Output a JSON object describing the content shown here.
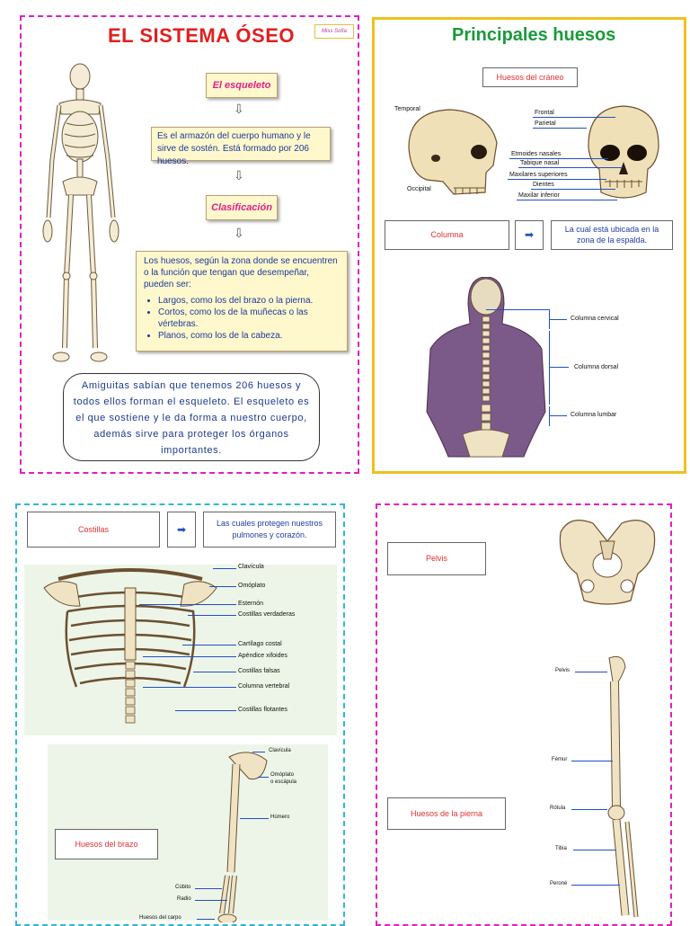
{
  "panel1": {
    "title": "EL SISTEMA ÓSEO",
    "signature": "Miss Sofía",
    "tag1": "El esqueleto",
    "definition": "Es el armazón del cuerpo humano y le sirve de sostén. Está formado por 206 huesos.",
    "tag2": "Clasificación",
    "classification_intro": "Los huesos, según la zona donde se encuentren o la función que tengan que desempeñar, pueden ser:",
    "classification_items": [
      "Largos, como los del brazo o la pierna.",
      "Cortos, como los de la muñecas o las vértebras.",
      "Planos, como los de la cabeza."
    ],
    "note": "Amiguitas sabían que tenemos 206 huesos y todos ellos forman el esqueleto. El esqueleto es el que sostiene y le da forma a nuestro cuerpo, además sirve para proteger los órganos importantes."
  },
  "panel2": {
    "title": "Principales huesos",
    "skull_box": "Huesos del cráneo",
    "skull_labels": {
      "temporal": "Temporal",
      "occipital": "Occipital",
      "frontal": "Frontal",
      "parietal": "Parietal",
      "etmoides": "Etmoides nasales",
      "tabique": "Tabique nasal",
      "maxilares": "Maxilares superiores",
      "dientes": "Dientes",
      "maxilar_inf": "Maxilar inferior"
    },
    "column_box": "Columna",
    "column_desc": "La cual está ubicada en la zona de la espalda.",
    "column_labels": {
      "cervical": "Columna cervical",
      "dorsal": "Columna dorsal",
      "lumbar": "Columna lumbar"
    }
  },
  "panel3": {
    "ribs_box": "Costillas",
    "ribs_desc": "Las cuales protegen nuestros pulmones y corazón.",
    "ribs_labels": {
      "clavicula": "Clavícula",
      "omoplato": "Omóplato",
      "esternon": "Esternón",
      "verdaderas": "Costillas verdaderas",
      "cartilago": "Cartílago costal",
      "xifoides": "Apéndice xifoides",
      "falsas": "Costillas falsas",
      "vertebral": "Columna vertebral",
      "flotantes": "Costillas flotantes"
    },
    "arm_box": "Huesos del brazo",
    "arm_labels": {
      "clavicula": "Clavícula",
      "omoplato": "Omóplato\no escápula",
      "humero": "Húmero",
      "cubito": "Cúbito",
      "radio": "Radio",
      "carpo": "Huesos del carpo"
    }
  },
  "panel4": {
    "pelvis_box": "Pelvis",
    "leg_box": "Huesos de la pierna",
    "leg_labels": {
      "pelvis": "Pelvis",
      "femur": "Fémur",
      "rotula": "Rótula",
      "tibia": "Tibia",
      "perone": "Peroné"
    }
  },
  "colors": {
    "pink_border": "#e020c0",
    "yellow_border": "#f0c020",
    "cyan_border": "#30b8d0",
    "title_red": "#e02020",
    "title_green": "#1a9a3a",
    "text_blue": "#1a3a9a",
    "label_red": "#e03030"
  }
}
